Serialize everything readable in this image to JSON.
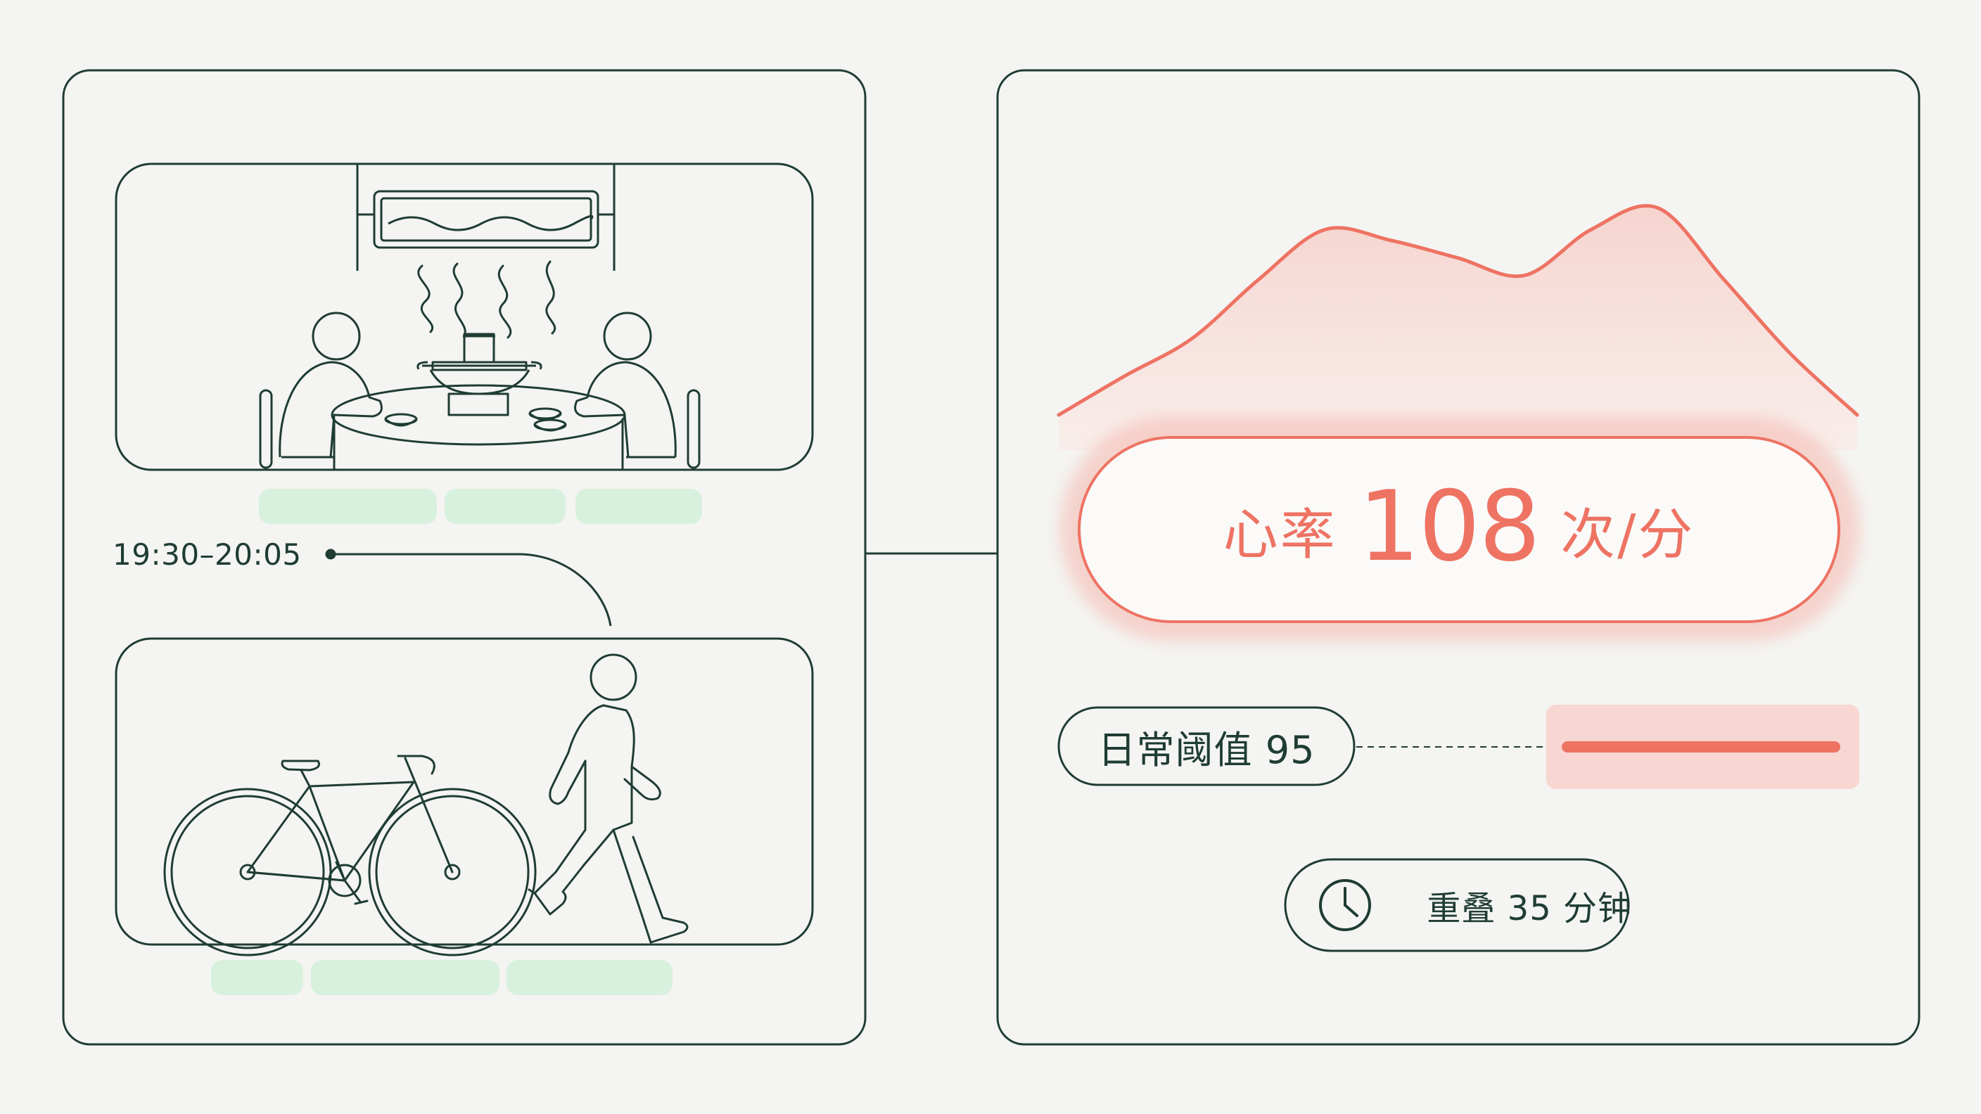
{
  "colors": {
    "background": "#f4f4f2",
    "line": "#1f3d32",
    "accent": "#ee7363",
    "accent_soft": "#fbe2de",
    "green_tag": "#d8f1de"
  },
  "scenes": [
    {
      "name": "hotpot-dinner",
      "icons": [
        "air-conditioner-icon",
        "hotpot-icon",
        "person-icon",
        "person-icon",
        "chair-icon",
        "chair-icon"
      ],
      "tag_count": 3
    },
    {
      "name": "walk-and-bike",
      "icons": [
        "bicycle-icon",
        "walking-person-icon"
      ],
      "tag_count": 3
    }
  ],
  "time_range": "19:30–20:05",
  "heart_rate": {
    "label": "心率",
    "value": "108",
    "unit": "次/分",
    "chart_data": {
      "type": "area",
      "series": [
        {
          "values": [
            0.0,
            0.18,
            0.35,
            0.62,
            0.85,
            0.8,
            0.72,
            0.64,
            0.85,
            0.95,
            0.62,
            0.28,
            0.0
          ]
        }
      ]
    }
  },
  "threshold": {
    "label": "日常阈值 95"
  },
  "overlap": {
    "label": "重叠 35 分钟",
    "icon": "clock-icon"
  }
}
